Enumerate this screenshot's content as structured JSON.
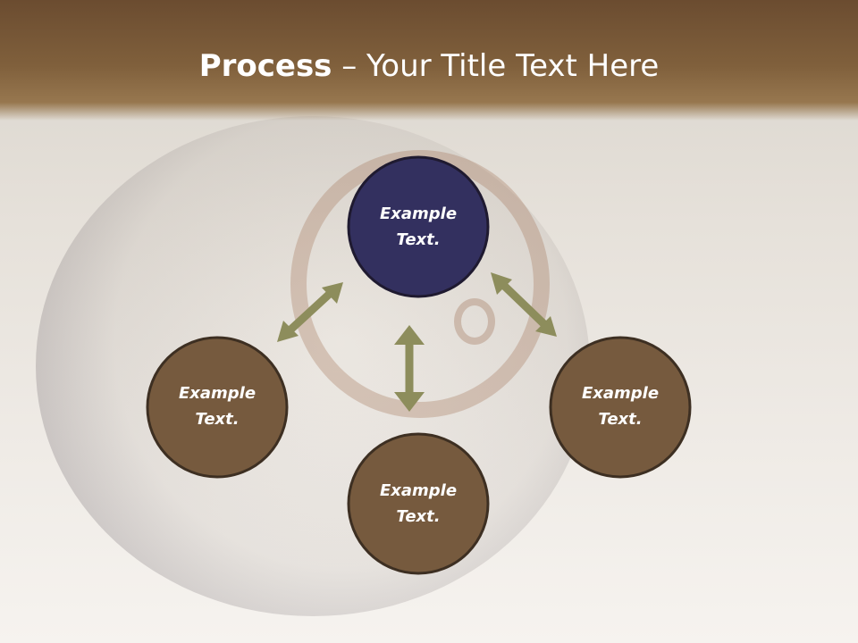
{
  "title": {
    "bold": "Process",
    "rest": " – Your Title Text Here"
  },
  "nodes": {
    "top": {
      "label": "Example\nText.",
      "fill": "#33305f"
    },
    "left": {
      "label": "Example\nText.",
      "fill": "#765a3e"
    },
    "bottom": {
      "label": "Example\nText.",
      "fill": "#765a3e"
    },
    "right": {
      "label": "Example\nText.",
      "fill": "#765a3e"
    }
  },
  "colors": {
    "node_border": "#3d2f22",
    "arrow": "#8d8d5c",
    "title_text": "#ffffff"
  }
}
